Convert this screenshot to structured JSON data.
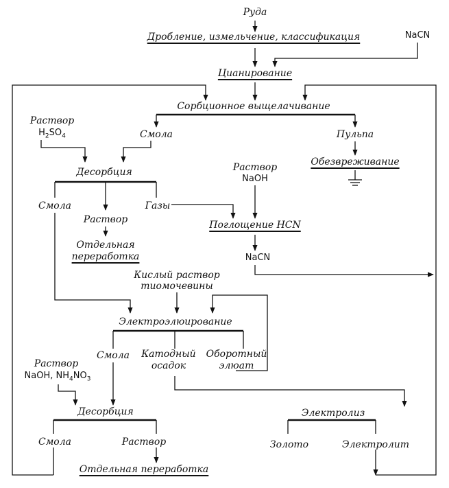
{
  "nodes": {
    "ruda": "Руда",
    "drobl": "Дробление, измельчение, классификация",
    "nacn_in": "NaCN",
    "cian": "Цианирование",
    "sorb": "Сорбционное выщелачивание",
    "rastvor_h2so4_1": "Раствор",
    "rastvor_h2so4_2_a": "H",
    "rastvor_h2so4_2_b": "2",
    "rastvor_h2so4_2_c": "SO",
    "rastvor_h2so4_2_d": "4",
    "smola1": "Смола",
    "pulpa": "Пульпа",
    "obezvr": "Обезвреживание",
    "rastvor_naoh_1": "Раствор",
    "rastvor_naoh_2": "NaOH",
    "desorb1": "Десорбция",
    "smola2": "Смола",
    "rastvor1": "Раствор",
    "gazy": "Газы",
    "pogl": "Поглощение  HCN",
    "otd1_1": "Отдельная",
    "otd1_2": "переработка",
    "nacn_out": "NaCN",
    "kisl_1": "Кислый раствор",
    "kisl_2": "тиомочевины",
    "elektroel": "Электроэлюирование",
    "smola3": "Смола",
    "katod_1": "Катодный",
    "katod_2": "осадок",
    "oborot_1": "Оборотный",
    "oborot_2": "элюат",
    "rastvor_nh_1": "Раствор",
    "rastvor_nh_2_a": "NaOH, NH",
    "rastvor_nh_2_b": "4",
    "rastvor_nh_2_c": "NO",
    "rastvor_nh_2_d": "3",
    "desorb2": "Десорбция",
    "elektroliz": "Электролиз",
    "smola4": "Смола",
    "rastvor2": "Раствор",
    "zoloto": "Золото",
    "elektrolit": "Электролит",
    "otd2": "Отдельная переработка"
  }
}
